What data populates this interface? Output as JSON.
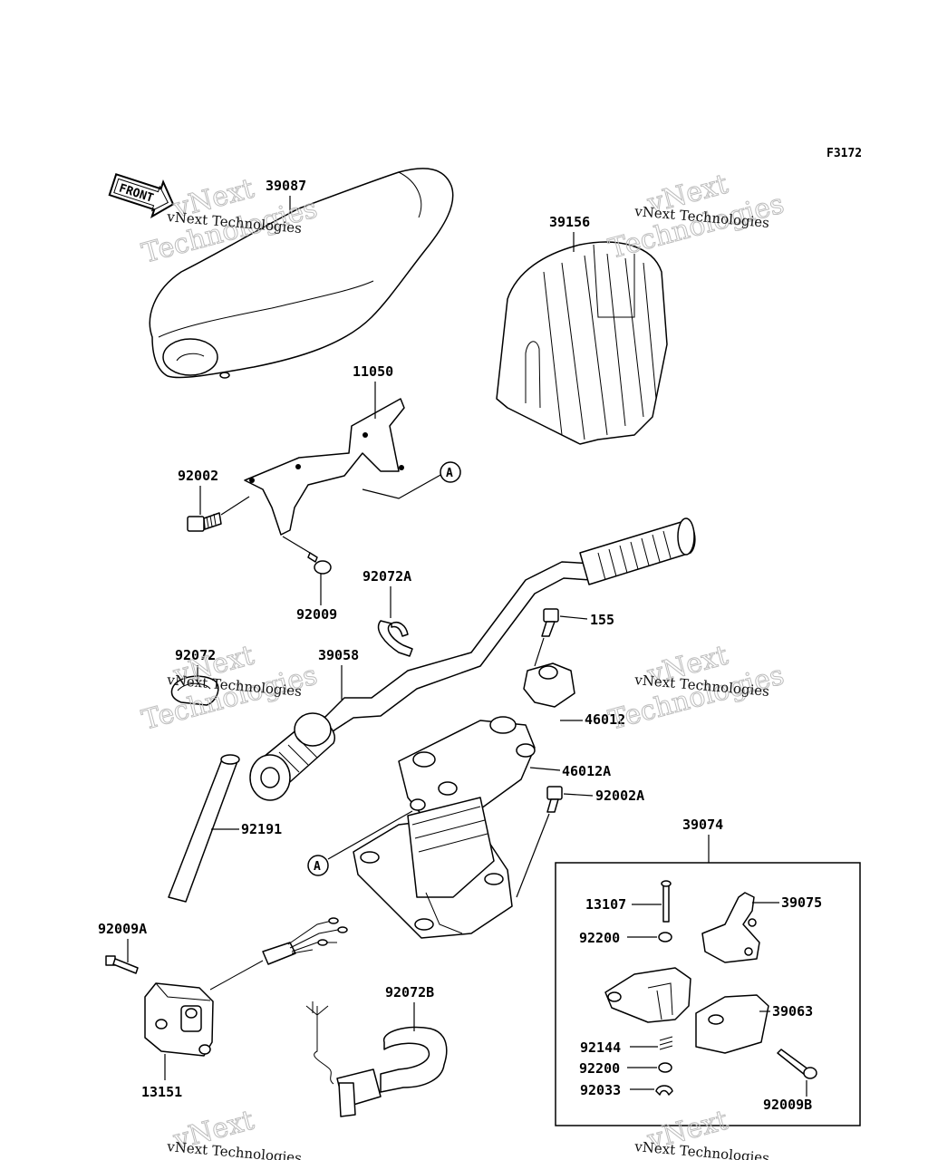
{
  "diagram": {
    "code": "F3172",
    "front_label": "FRONT",
    "callout_a": "A",
    "watermark": {
      "line1": "vNext Technologies",
      "big1": "vNext",
      "big2": "Technologies"
    },
    "parts": {
      "p39087": "39087",
      "p39156": "39156",
      "p11050": "11050",
      "p92002": "92002",
      "p92009": "92009",
      "p92072A": "92072A",
      "p155": "155",
      "p92072": "92072",
      "p39058": "39058",
      "p46012": "46012",
      "p46012A": "46012A",
      "p92002A": "92002A",
      "p92191": "92191",
      "p39074": "39074",
      "p13107": "13107",
      "p39075": "39075",
      "p92200a": "92200",
      "p39063": "39063",
      "p92144": "92144",
      "p92200b": "92200",
      "p92033": "92033",
      "p92009B": "92009B",
      "p92009A": "92009A",
      "p13151": "13151",
      "p92072B": "92072B"
    }
  }
}
